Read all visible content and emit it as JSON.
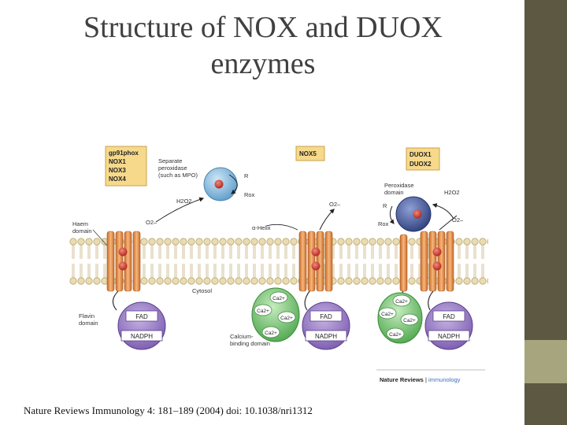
{
  "slide": {
    "title_line1": "Structure of NOX and DUOX",
    "title_line2": "enzymes",
    "citation": "Nature Reviews Immunology 4: 181–189 (2004) doi: 10.1038/nri1312"
  },
  "figure": {
    "box_nox_line1": "gp91phox",
    "box_nox_line2": "NOX1",
    "box_nox_line3": "NOX3",
    "box_nox_line4": "NOX4",
    "box_nox5": "NOX5",
    "box_duox_line1": "DUOX1",
    "box_duox_line2": "DUOX2",
    "separate_peroxidase_line1": "Separate",
    "separate_peroxidase_line2": "peroxidase",
    "separate_peroxidase_line3": "(such as MPO)",
    "r_label": "R",
    "rox_label": "Rox",
    "h2o2_label": "H2O2",
    "o2_label": "O2",
    "o2minus_label": "O2–",
    "haem_line1": "Haem",
    "haem_line2": "domain",
    "alpha_helix": "α-Helix",
    "cytosol": "Cytosol",
    "flavin_line1": "Flavin",
    "flavin_line2": "domain",
    "fad": "FAD",
    "nadph": "NADPH",
    "ca": "Ca2+",
    "calcium_line1": "Calcium-",
    "calcium_line2": "binding domain",
    "peroxidase_domain_line1": "Peroxidase",
    "peroxidase_domain_line2": "domain",
    "brand_nature": "Nature Reviews",
    "brand_sep": " | ",
    "brand_immunology": "immunology"
  },
  "colors": {
    "sidebar": "#5c5842",
    "sidebar_accent": "#a7a57e",
    "title_text": "#404040",
    "box_fill": "#f6d98b",
    "helix_fill": "#e89a56",
    "haem_red": "#c8322a",
    "flavin_purple": "#8a6bb8",
    "calcium_green": "#6cb86a",
    "peroxidase_blue": "#6aa6d2",
    "duox_navy": "#3b4d8a",
    "membrane_tan": "#d9c99a"
  }
}
